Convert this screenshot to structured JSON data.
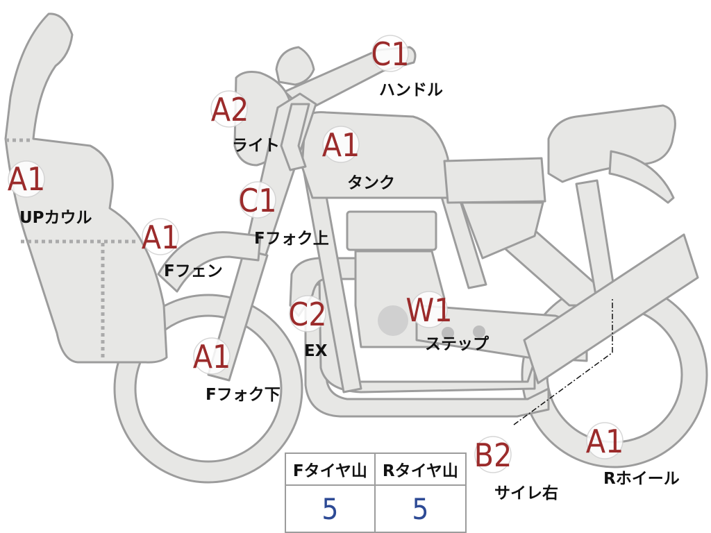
{
  "parts": [
    {
      "id": "up-cowl",
      "grade": "A1",
      "label": "UPカウル"
    },
    {
      "id": "light",
      "grade": "A2",
      "label": "ライト"
    },
    {
      "id": "handle",
      "grade": "C1",
      "label": "ハンドル"
    },
    {
      "id": "tank",
      "grade": "A1",
      "label": "タンク"
    },
    {
      "id": "f-fork-upper",
      "grade": "C1",
      "label": "Fフォク上"
    },
    {
      "id": "f-fender",
      "grade": "A1",
      "label": "Fフェン"
    },
    {
      "id": "ex",
      "grade": "C2",
      "label": "EX"
    },
    {
      "id": "step",
      "grade": "W1",
      "label": "ステップ"
    },
    {
      "id": "f-fork-lower",
      "grade": "A1",
      "label": "Fフォク下"
    },
    {
      "id": "silencer-right",
      "grade": "B2",
      "label": "サイレ右"
    },
    {
      "id": "r-wheel",
      "grade": "A1",
      "label": "Rホイール"
    }
  ],
  "tire_table": {
    "headers": [
      "Fタイヤ山",
      "Rタイヤ山"
    ],
    "values": [
      "5",
      "5"
    ]
  }
}
